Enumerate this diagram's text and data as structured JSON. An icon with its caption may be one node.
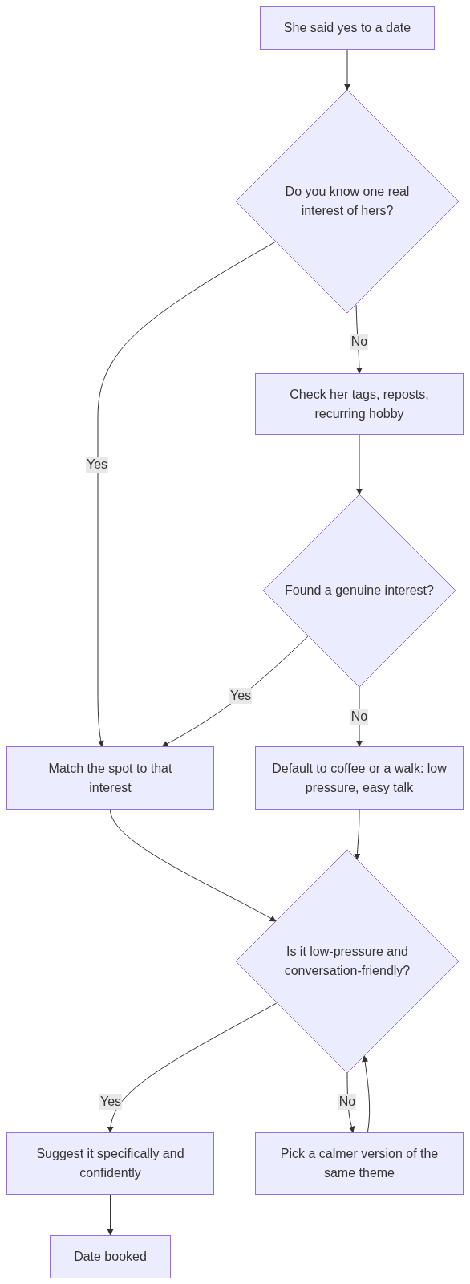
{
  "diagram": {
    "nodes": [
      {
        "text": [
          "She said yes to a date"
        ]
      },
      {
        "text": [
          "Do you know one real interest of hers?"
        ]
      },
      {
        "text": [
          "Check her tags, reposts, recurring hobby"
        ]
      },
      {
        "text": [
          "Found a genuine interest?"
        ]
      },
      {
        "text": [
          "Match the spot to that interest"
        ]
      },
      {
        "text": [
          "Default to coffee or a walk: low pressure, easy talk"
        ]
      },
      {
        "text": [
          "Is it low-pressure and conversation-friendly?"
        ]
      },
      {
        "text": [
          "Suggest it specifically and confidently"
        ]
      },
      {
        "text": [
          "Pick a calmer version of the same theme"
        ]
      },
      {
        "text": [
          "Date booked"
        ]
      }
    ],
    "edges": [
      {
        "from": 0,
        "to": 1,
        "arrow": "to"
      },
      {
        "from": 1,
        "to": 2,
        "arrow": "to",
        "label": "No"
      },
      {
        "from": 1,
        "to": 4,
        "arrow": "to",
        "label": "Yes"
      },
      {
        "from": 2,
        "to": 3,
        "arrow": "to"
      },
      {
        "from": 3,
        "to": 4,
        "arrow": "to",
        "label": "Yes"
      },
      {
        "from": 3,
        "to": 5,
        "arrow": "to",
        "label": "No"
      },
      {
        "from": 4,
        "to": 6,
        "arrow": "to"
      },
      {
        "from": 5,
        "to": 6,
        "arrow": "to"
      },
      {
        "from": 6,
        "to": 7,
        "arrow": "to",
        "label": "Yes"
      },
      {
        "from": 6,
        "to": 8,
        "arrow": "to",
        "label": "No"
      },
      {
        "from": 8,
        "to": 6,
        "arrow": "to"
      },
      {
        "from": 7,
        "to": 9,
        "arrow": "to"
      }
    ]
  }
}
